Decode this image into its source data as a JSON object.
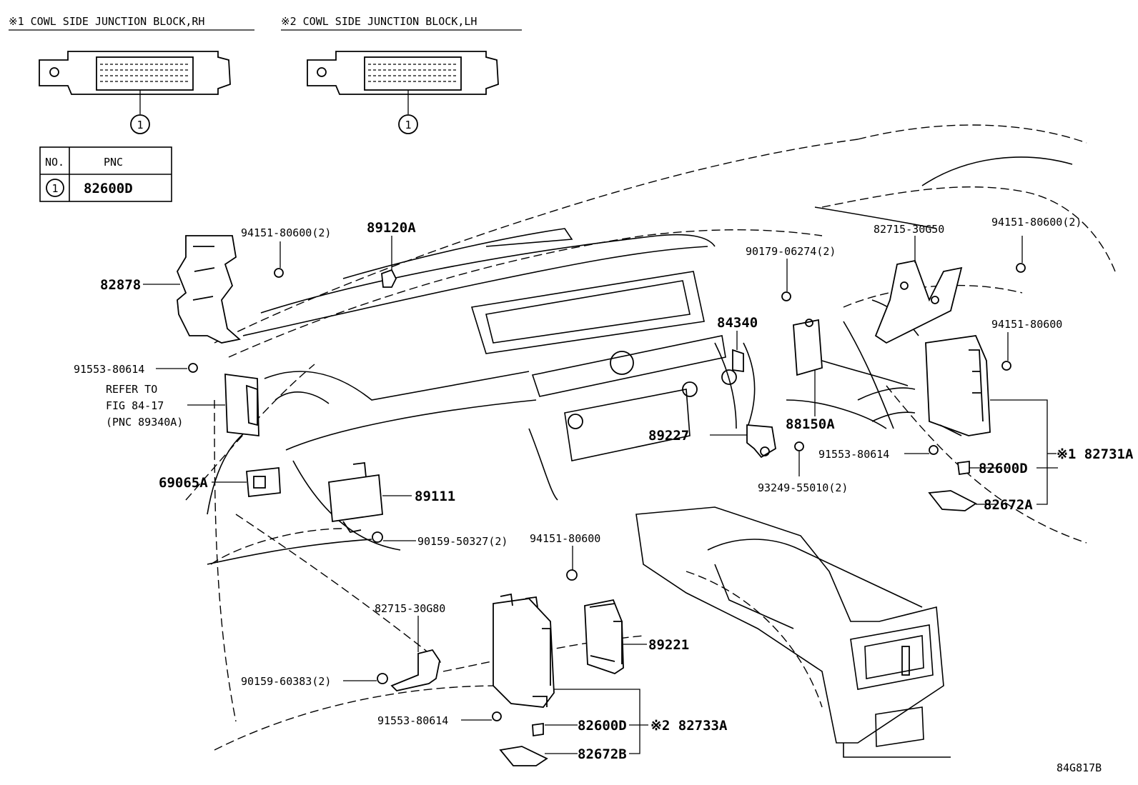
{
  "headers": {
    "rh": "※1 COWL SIDE JUNCTION BLOCK,RH",
    "lh": "※2 COWL SIDE JUNCTION BLOCK,LH"
  },
  "callout_number": "1",
  "table": {
    "col_no": "NO.",
    "col_pnc": "PNC",
    "row_no": "1",
    "row_pnc": "82600D"
  },
  "labels": {
    "p94151_80600_2_left": "94151-80600(2)",
    "p89120A": "89120A",
    "p82878": "82878",
    "p91553_80614_left": "91553-80614",
    "refer_1": "REFER TO",
    "refer_2": "FIG 84-17",
    "refer_3": "(PNC 89340A)",
    "p69065A": "69065A",
    "p89111": "89111",
    "p90159_50327_2": "90159-50327(2)",
    "p94151_80600_mid": "94151-80600",
    "p82715_30G80": "82715-30G80",
    "p90159_60383_2": "90159-60383(2)",
    "p91553_80614_bottom": "91553-80614",
    "p82600D_bottom": "82600D",
    "p82672B": "82672B",
    "p82733A": "※2 82733A",
    "p89221": "89221",
    "p90179_06274_2": "90179-06274(2)",
    "p84340": "84340",
    "p88150A": "88150A",
    "p89227": "89227",
    "p93249_55010_2": "93249-55010(2)",
    "p82715_30G50": "82715-30G50",
    "p94151_80600_2_right": "94151-80600(2)",
    "p94151_80600_right": "94151-80600",
    "p91553_80614_right": "91553-80614",
    "p82600D_right": "82600D",
    "p82672A": "82672A",
    "p82731A": "※1 82731A",
    "figure_id": "84G817B"
  }
}
